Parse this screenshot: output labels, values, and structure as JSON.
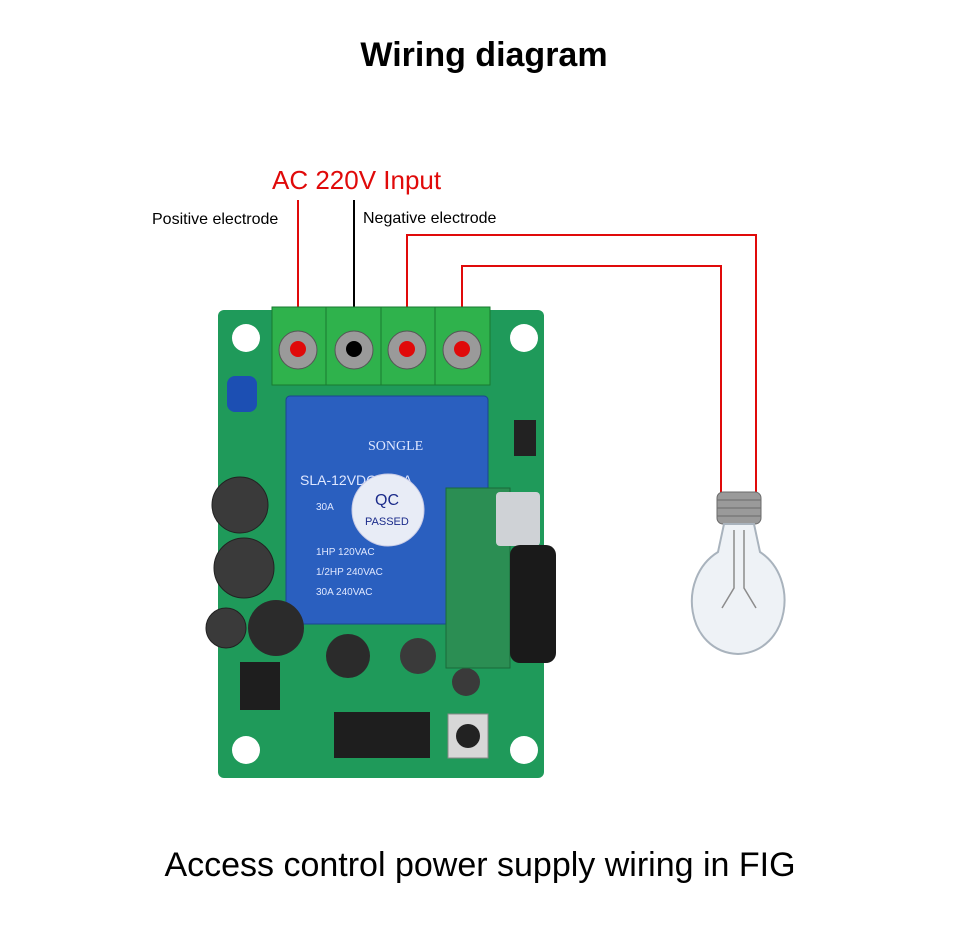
{
  "title": "Wiring diagram",
  "input_label": "AC 220V Input",
  "positive_label": "Positive electrode",
  "negative_label": "Negative electrode",
  "caption": "Access control power supply wiring in FIG",
  "board": {
    "relay_brand": "SONGLE",
    "relay_model": "SLA-12VDC-SL-A",
    "relay_current": "30A",
    "relay_ratings": [
      "1HP 120VAC",
      "1/2HP 240VAC",
      "30A 240VAC"
    ],
    "qc_line1": "QC",
    "qc_line2": "PASSED"
  },
  "colors": {
    "board": "#1f9a5a",
    "terminal": "#2fb24c",
    "wire_red": "#e00a0a",
    "wire_black": "#000000"
  }
}
